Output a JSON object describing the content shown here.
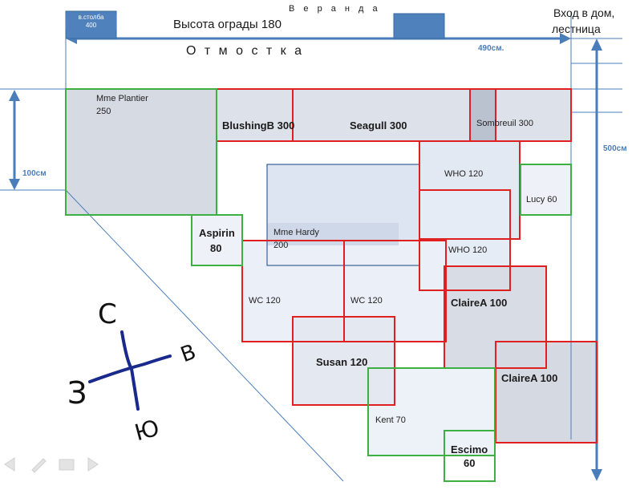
{
  "header": {
    "veranda": "В е р а н д а",
    "fence_height": "Высота ограды 180",
    "post_label": "в.столба\n400",
    "entrance_line1": "Вход в дом,",
    "entrance_line2": "лестница",
    "blind_area": "О т м о с т к а"
  },
  "dimensions": {
    "width": "490см.",
    "depth_left": "100см",
    "height_right": "500см"
  },
  "plants": {
    "mme_plantier_name": "Mme Plantier",
    "mme_plantier_size": "250",
    "blushing": "BlushingB 300",
    "seagull": "Seagull 300",
    "sombreuil": "Sombreuil 300",
    "who_top": "WHO 120",
    "who_mid": "WHO 120",
    "lucy": "Lucy 60",
    "aspirin_name": "Aspirin",
    "aspirin_size": "80",
    "mme_hardy_name": "Mme Hardy",
    "mme_hardy_size": "200",
    "wc_left": "WC 120",
    "wc_right": "WC 120",
    "claire_a_1": "ClaireA 100",
    "claire_a_2": "ClaireA 100",
    "susan": "Susan 120",
    "kent": "Kent 70",
    "escimo_name": "Escimo",
    "escimo_size": "60"
  },
  "compass": {
    "north": "С",
    "south": "Ю",
    "west": "З",
    "east": "В"
  },
  "colors": {
    "red": "#e02020",
    "green": "#3cb043",
    "blue": "#4a7ebb",
    "navy": "#1a2a8c",
    "gray_fill": "#d5dae3",
    "light_fill": "#e9eef7"
  }
}
